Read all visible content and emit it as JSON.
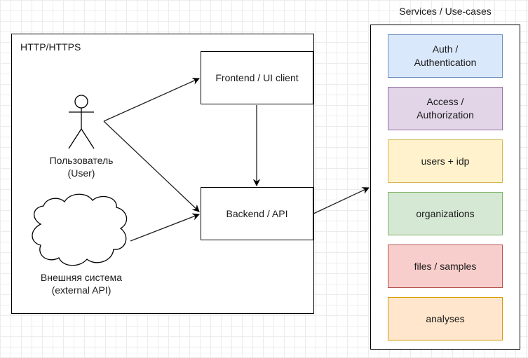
{
  "main_frame": {
    "title": "HTTP/HTTPS"
  },
  "nodes": {
    "frontend": "Frontend / UI client",
    "backend": "Backend / API",
    "user": "Пользователь\n(User)",
    "external": "Внешняя система\n(external API)"
  },
  "services": {
    "title": "Services / Use-cases",
    "items": [
      {
        "label": "Auth /\nAuthentication",
        "fill": "#dae8fc",
        "stroke": "#6c8ebf"
      },
      {
        "label": "Access /\nAuthorization",
        "fill": "#e1d5e7",
        "stroke": "#9673a6"
      },
      {
        "label": "users + idp",
        "fill": "#fff2cc",
        "stroke": "#d6b656"
      },
      {
        "label": "organizations",
        "fill": "#d5e8d4",
        "stroke": "#82b366"
      },
      {
        "label": "files / samples",
        "fill": "#f8cecc",
        "stroke": "#b85450"
      },
      {
        "label": "analyses",
        "fill": "#ffe6cc",
        "stroke": "#d79b00"
      }
    ]
  }
}
